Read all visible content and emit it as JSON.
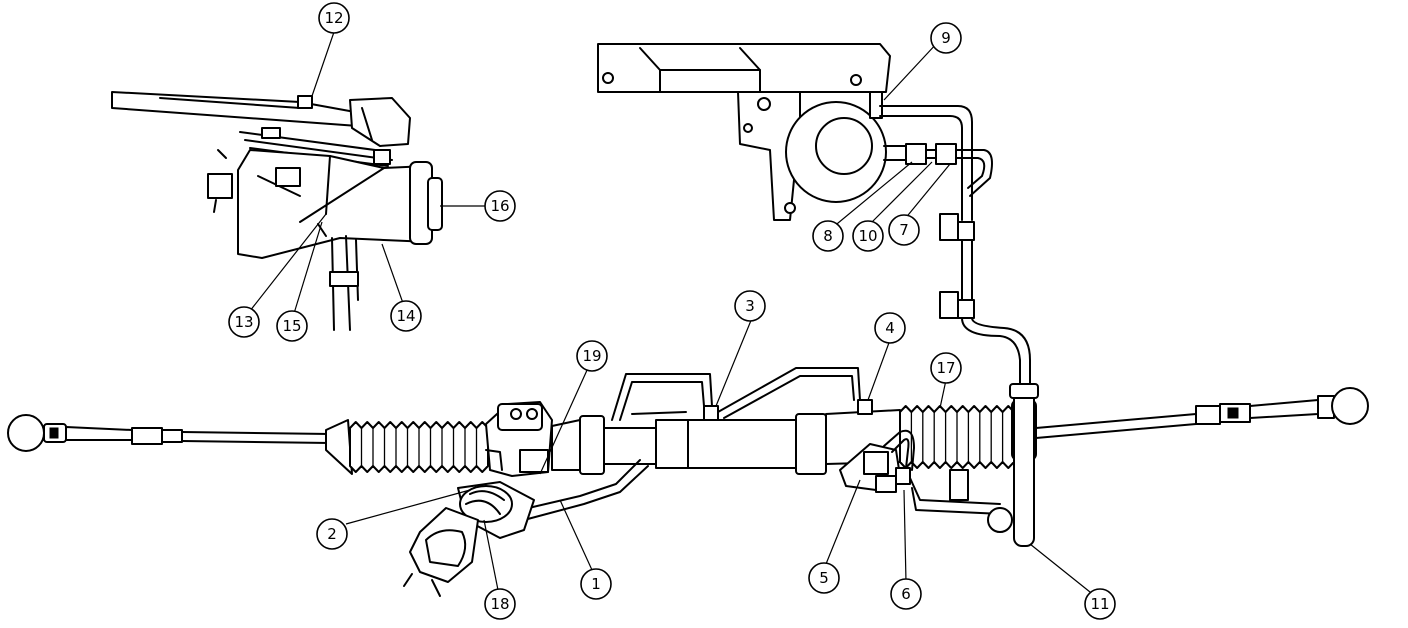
{
  "callouts": [
    {
      "id": "c12",
      "label": "12"
    },
    {
      "id": "c9",
      "label": "9"
    },
    {
      "id": "c16",
      "label": "16"
    },
    {
      "id": "c8a",
      "label": "8"
    },
    {
      "id": "c10",
      "label": "10"
    },
    {
      "id": "c7",
      "label": "7"
    },
    {
      "id": "c13",
      "label": "13"
    },
    {
      "id": "c15",
      "label": "15"
    },
    {
      "id": "c14",
      "label": "14"
    },
    {
      "id": "c3",
      "label": "3"
    },
    {
      "id": "c4",
      "label": "4"
    },
    {
      "id": "c19",
      "label": "19"
    },
    {
      "id": "c17",
      "label": "17"
    },
    {
      "id": "c2",
      "label": "2"
    },
    {
      "id": "c1",
      "label": "1"
    },
    {
      "id": "c18",
      "label": "18"
    },
    {
      "id": "c5",
      "label": "5"
    },
    {
      "id": "c6b",
      "label": "6"
    },
    {
      "id": "c11",
      "label": "11"
    }
  ]
}
